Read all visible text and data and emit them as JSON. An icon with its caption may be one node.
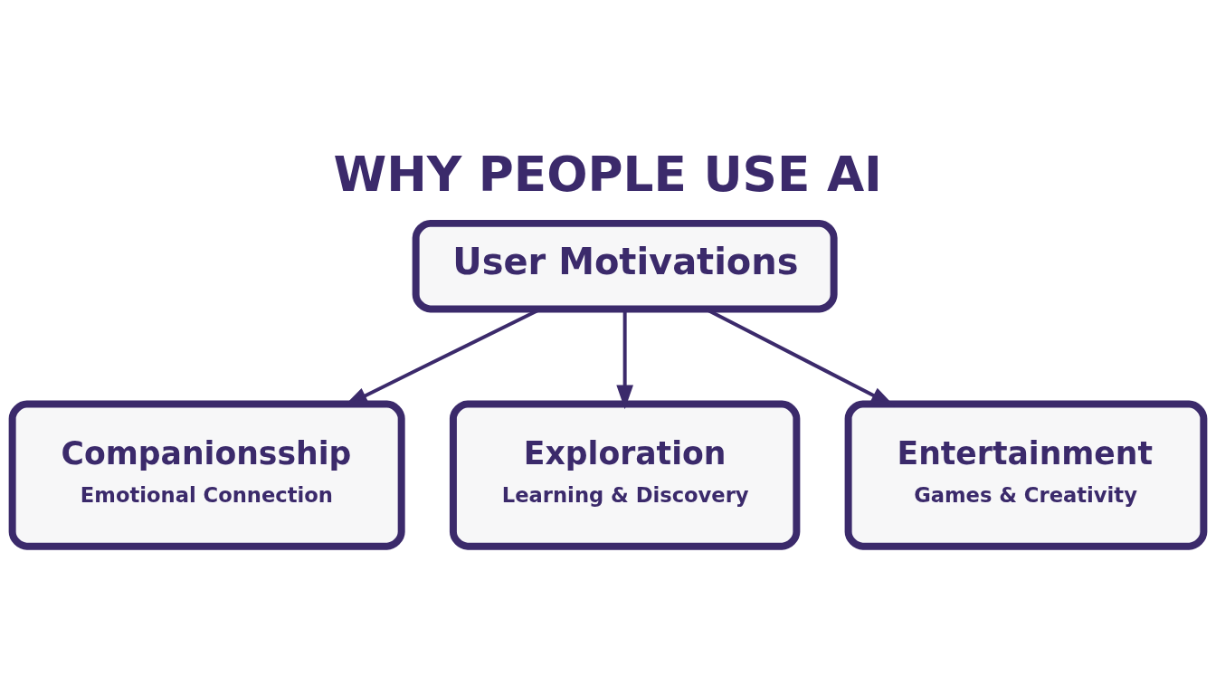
{
  "diagram": {
    "title": "WHY PEOPLE USE AI",
    "nodes": [
      {
        "text": [
          "User Motivations"
        ]
      },
      {
        "text": [
          "Companionsship",
          "Emotional Connection"
        ]
      },
      {
        "text": [
          "Exploration",
          "Learning & Discovery"
        ]
      },
      {
        "text": [
          "Entertainment",
          "Games & Creativity"
        ]
      }
    ],
    "edges": [
      {
        "from": 0,
        "to": 1,
        "arrow": "to"
      },
      {
        "from": 0,
        "to": 2,
        "arrow": "to"
      },
      {
        "from": 0,
        "to": 3,
        "arrow": "to"
      }
    ]
  }
}
